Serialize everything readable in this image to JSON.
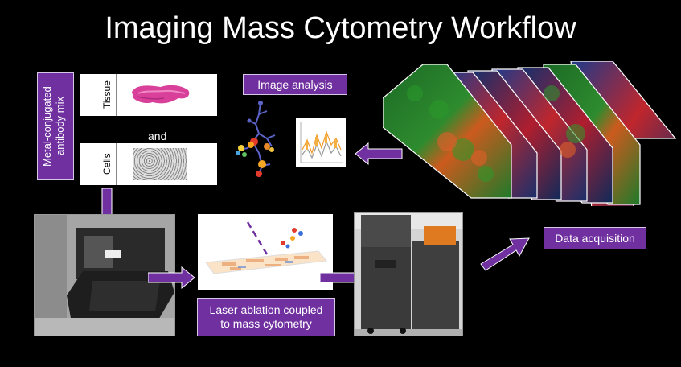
{
  "title": "Imaging Mass Cytometry Workflow",
  "antibody_label": "Metal-conjugated antibody mix",
  "tissue_label": "Tissue",
  "and_label": "and",
  "cells_label": "Cells",
  "image_analysis_label": "Image analysis",
  "laser_label_line1": "Laser ablation coupled",
  "laser_label_line2": "to mass cytometry",
  "data_acquisition_label": "Data acquisition",
  "colors": {
    "accent_purple": "#7030a0",
    "background": "#000000"
  }
}
